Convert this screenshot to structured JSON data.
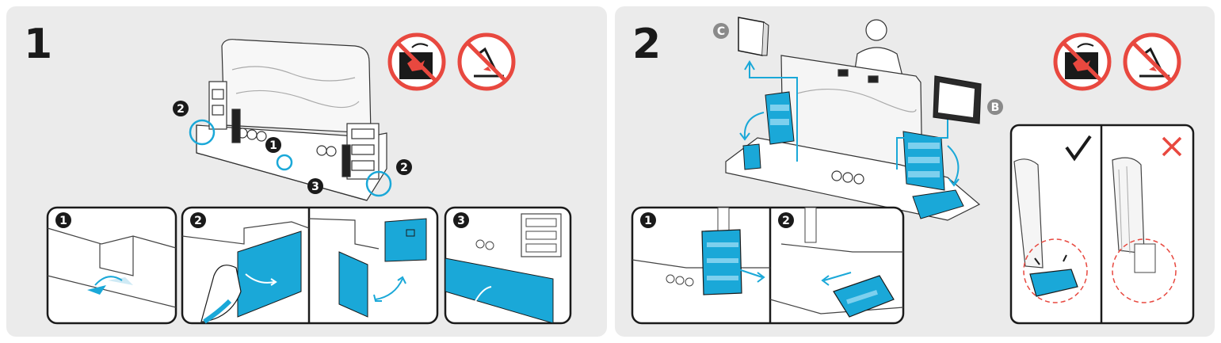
{
  "colors": {
    "accent": "#1aa8d8",
    "prohibit": "#e8483f",
    "ok": "#1a1a1a",
    "panel_bg": "#ebebeb",
    "ink": "#1a1a1a"
  },
  "panel1": {
    "step": "1",
    "callouts": {
      "one": "1",
      "two": "2",
      "three": "3"
    },
    "details": [
      {
        "num": "1"
      },
      {
        "num": "2"
      },
      {
        "num": "3"
      }
    ],
    "warning_icons": [
      "no-press-screen-icon",
      "no-lay-flat-icon"
    ]
  },
  "panel2": {
    "step": "2",
    "parts": {
      "c": "C",
      "b": "B"
    },
    "details": [
      {
        "num": "1"
      },
      {
        "num": "2"
      }
    ],
    "warning_icons": [
      "no-press-screen-icon",
      "no-lay-flat-icon"
    ],
    "verdict": {
      "correct": "check-icon",
      "wrong": "cross-icon"
    }
  }
}
